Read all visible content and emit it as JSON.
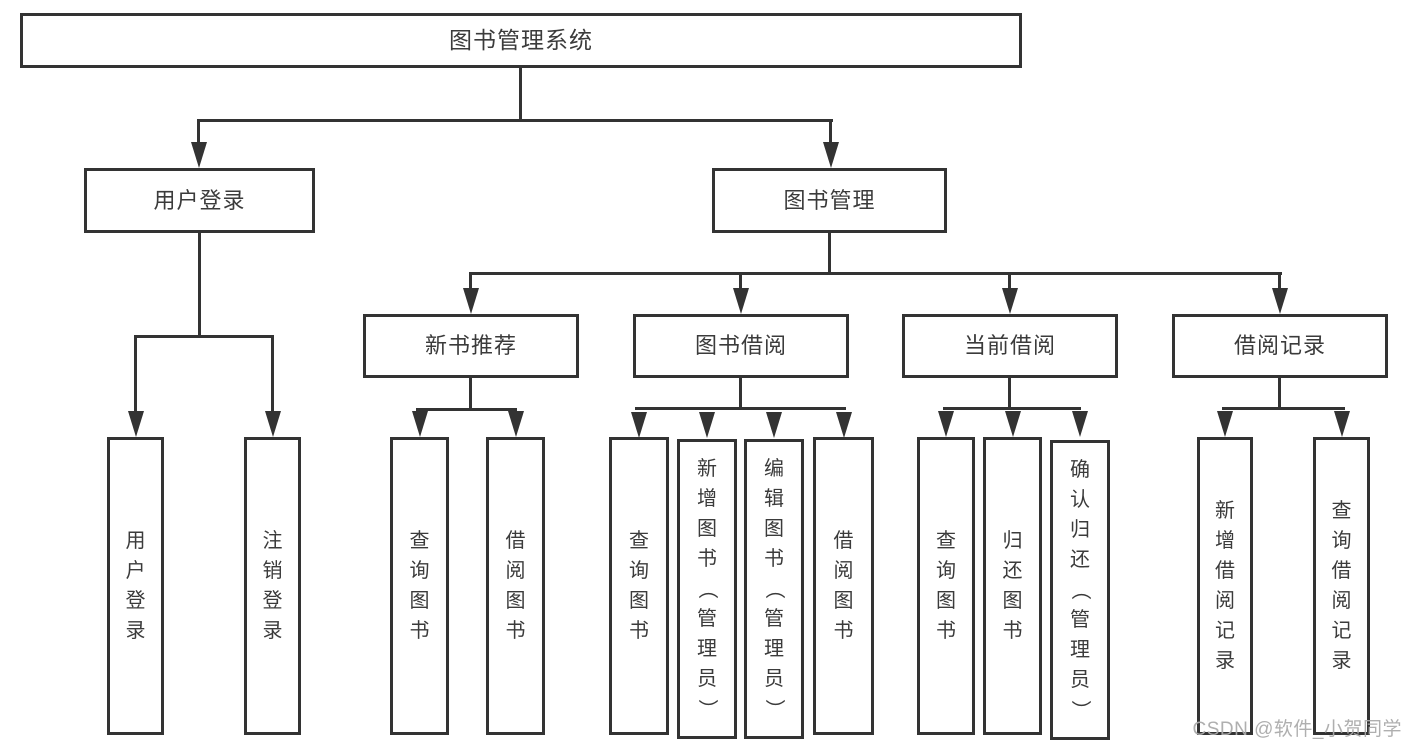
{
  "diagram": {
    "title": "图书管理系统",
    "watermark": {
      "text": "CSDN @软件_小贺同学"
    },
    "colors": {
      "background": "#ffffff",
      "box_fill": "#ffffff",
      "box_border": "#333333",
      "line": "#333333",
      "text": "#3b3b3b",
      "watermark": "#ababab"
    },
    "nodes": [
      {
        "id": "root",
        "label": "图书管理系统",
        "orientation": "horizontal",
        "level": 1
      },
      {
        "id": "user-login",
        "label": "用户登录",
        "orientation": "horizontal",
        "level": 2
      },
      {
        "id": "book-management",
        "label": "图书管理",
        "orientation": "horizontal",
        "level": 2
      },
      {
        "id": "new-book-recommendation",
        "label": "新书推荐",
        "orientation": "horizontal",
        "level": 3
      },
      {
        "id": "book-borrowing",
        "label": "图书借阅",
        "orientation": "horizontal",
        "level": 3
      },
      {
        "id": "current-borrowing",
        "label": "当前借阅",
        "orientation": "horizontal",
        "level": 3
      },
      {
        "id": "borrowing-records",
        "label": "借阅记录",
        "orientation": "horizontal",
        "level": 3
      },
      {
        "id": "leaf-user-login",
        "label": "用户登录",
        "orientation": "vertical",
        "level": 4
      },
      {
        "id": "leaf-logout",
        "label": "注销登录",
        "orientation": "vertical",
        "level": 4
      },
      {
        "id": "leaf-nbr-query-books",
        "label": "查询图书",
        "orientation": "vertical",
        "level": 4
      },
      {
        "id": "leaf-nbr-borrow-books",
        "label": "借阅图书",
        "orientation": "vertical",
        "level": 4
      },
      {
        "id": "leaf-bb-query-books",
        "label": "查询图书",
        "orientation": "vertical",
        "level": 4
      },
      {
        "id": "leaf-bb-add-book-admin",
        "label": "新增图书（管理员）",
        "orientation": "vertical",
        "level": 4
      },
      {
        "id": "leaf-bb-edit-book-admin",
        "label": "编辑图书（管理员）",
        "orientation": "vertical",
        "level": 4
      },
      {
        "id": "leaf-bb-borrow-books",
        "label": "借阅图书",
        "orientation": "vertical",
        "level": 4
      },
      {
        "id": "leaf-cb-query-books",
        "label": "查询图书",
        "orientation": "vertical",
        "level": 4
      },
      {
        "id": "leaf-cb-return-books",
        "label": "归还图书",
        "orientation": "vertical",
        "level": 4
      },
      {
        "id": "leaf-cb-confirm-return-admin",
        "label": "确认归还（管理员）",
        "orientation": "vertical",
        "level": 4
      },
      {
        "id": "leaf-br-add-record",
        "label": "新增借阅记录",
        "orientation": "vertical",
        "level": 4
      },
      {
        "id": "leaf-br-query-record",
        "label": "查询借阅记录",
        "orientation": "vertical",
        "level": 4
      }
    ],
    "hierarchy": {
      "图书管理系统": [
        "用户登录",
        "图书管理"
      ],
      "用户登录": [
        "用户登录",
        "注销登录"
      ],
      "图书管理": [
        "新书推荐",
        "图书借阅",
        "当前借阅",
        "借阅记录"
      ],
      "新书推荐": [
        "查询图书",
        "借阅图书"
      ],
      "图书借阅": [
        "查询图书",
        "新增图书（管理员）",
        "编辑图书（管理员）",
        "借阅图书"
      ],
      "当前借阅": [
        "查询图书",
        "归还图书",
        "确认归还（管理员）"
      ],
      "借阅记录": [
        "新增借阅记录",
        "查询借阅记录"
      ]
    }
  }
}
